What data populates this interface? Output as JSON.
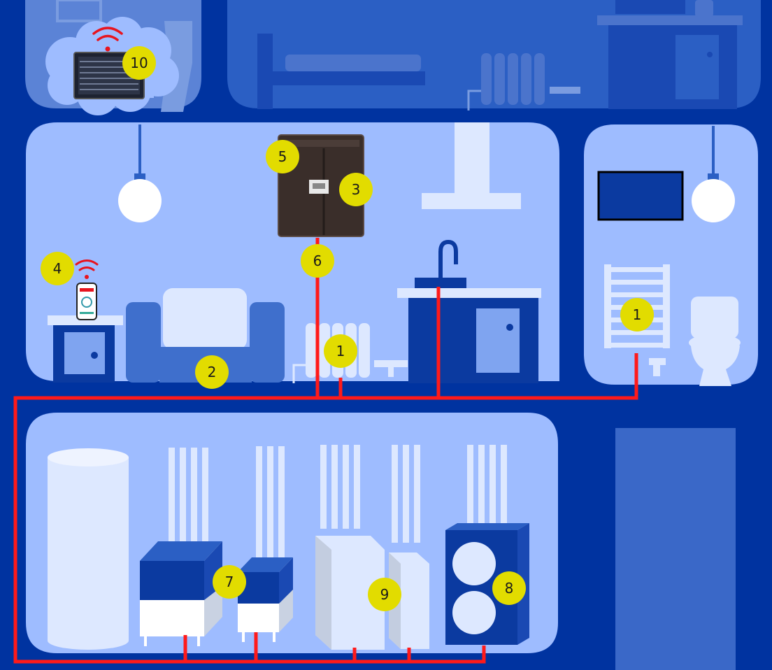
{
  "colors": {
    "background": "#0033a0",
    "room_light": "#9ebcff",
    "room_dim": "#5b83d6",
    "room_mid": "#2b5fc4",
    "pipe": "#ff1a1a",
    "badge": "#e2dc00",
    "furniture_dark": "#0b3aa0",
    "furniture_mid": "#3f6fcc",
    "white_pale": "#dde8ff"
  },
  "labels": {
    "upper_left": "10",
    "controller_1": "5",
    "controller_2": "3",
    "app": "4",
    "riser": "6",
    "sofa": "2",
    "radiator_living": "1",
    "radiator_bath": "1",
    "pump_group": "7",
    "heat_pump": "8",
    "tanks": "9"
  },
  "icons": {
    "wifi_upper": "wifi-icon",
    "wifi_app": "wifi-icon",
    "phone": "smartphone-icon",
    "tablet": "tablet-icon"
  }
}
